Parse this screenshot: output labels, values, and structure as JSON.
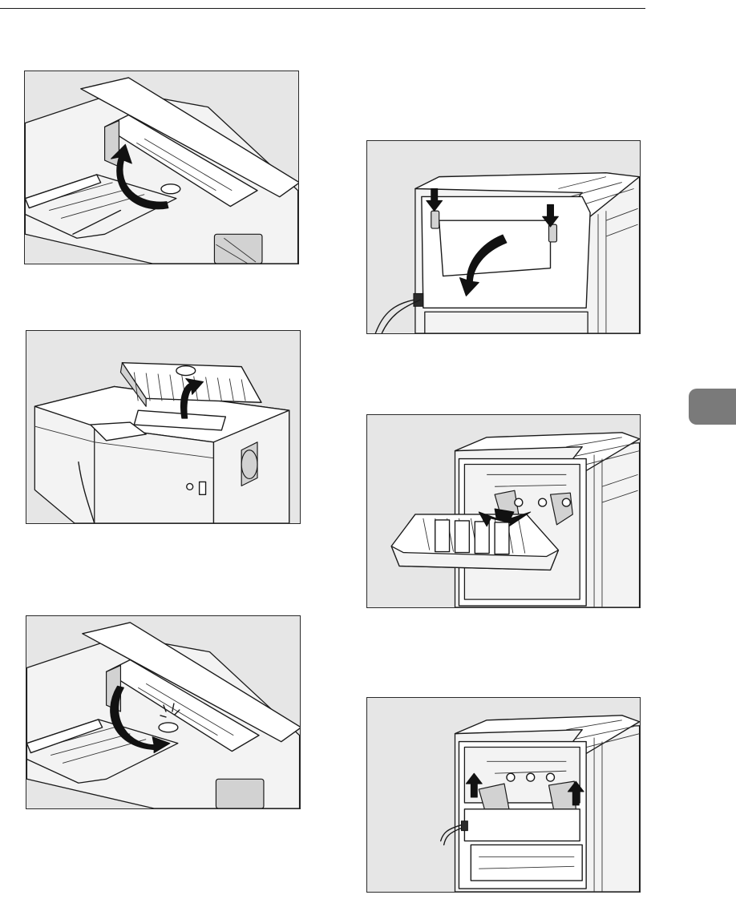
{
  "page": {
    "header_rule": true,
    "section_tab_color": "#7a7a7a"
  },
  "figures": [
    {
      "id": "fig-1",
      "subject": "printer-top-cover-open",
      "arrow": "curved-up"
    },
    {
      "id": "fig-2",
      "subject": "paper-guide-raised",
      "arrow": "curved-up"
    },
    {
      "id": "fig-3",
      "subject": "printer-top-cover-close",
      "arrow": "curved-down-click"
    },
    {
      "id": "fig-4",
      "subject": "rear-cover-open",
      "arrow": "down-levers"
    },
    {
      "id": "fig-5",
      "subject": "duplex-guide-removed",
      "arrow": "pull-out"
    },
    {
      "id": "fig-6",
      "subject": "fuser-levers-raised",
      "arrow": "levers-up"
    }
  ]
}
